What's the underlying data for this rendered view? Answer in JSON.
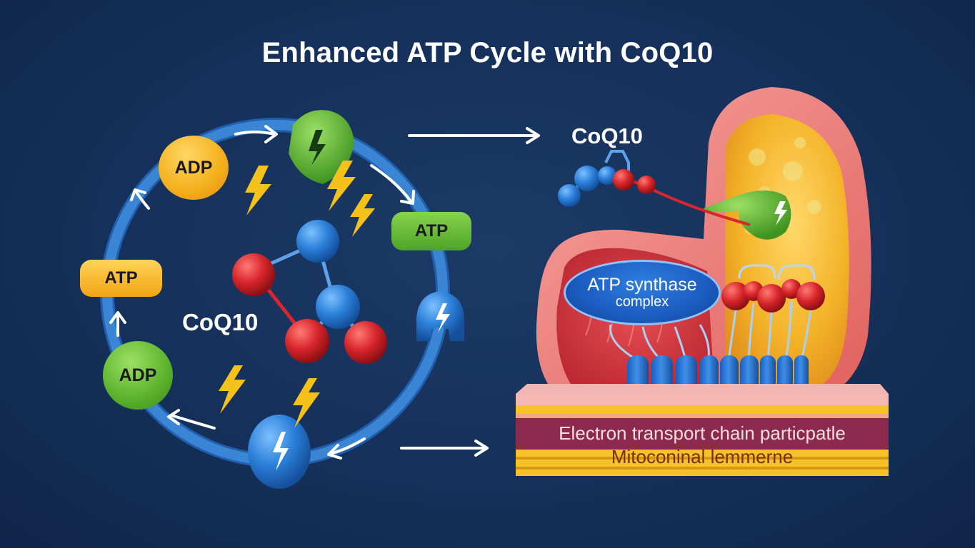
{
  "title": "Enhanced ATP Cycle with CoQ10",
  "cycle": {
    "nodes": {
      "adp_top": "ADP",
      "atp_right": "ATP",
      "atp_left": "ATP",
      "adp_bottom": "ADP"
    },
    "center_label": "CoQ10"
  },
  "mitochondrion": {
    "coq10_label": "CoQ10",
    "synthase_line1": "ATP synthase",
    "synthase_line2": "complex",
    "membrane_label_1": "Electron transport chain particpatle",
    "membrane_label_2": "Mitoconinal lemmerne"
  },
  "colors": {
    "background": "#15305a",
    "cycle_ring": "#3a86d4",
    "adp_yellow": "#f5b21f",
    "adp_green": "#5fb52e",
    "atp_green": "#5fb52e",
    "atp_yellow": "#f5b21f",
    "lightning": "#f4c21b",
    "molecule_blue": "#2b7fd9",
    "molecule_red": "#d8262b",
    "membrane_maroon": "#8c2a4e",
    "membrane_yellow": "#f6c22a"
  }
}
